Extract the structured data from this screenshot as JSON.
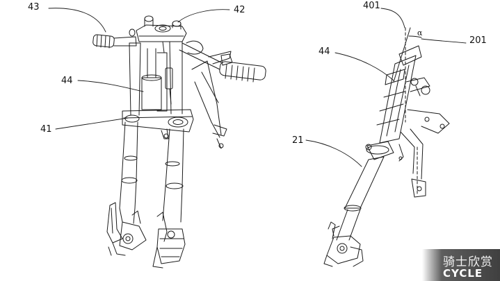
{
  "labels": {
    "l43": "43",
    "l42": "42",
    "l44_left": "44",
    "l41": "41",
    "l401": "401",
    "l201": "201",
    "l44_right": "44",
    "l21": "21",
    "alpha": "α"
  },
  "watermark": {
    "chinese": "骑士欣赏",
    "english": "CYCLE"
  },
  "colors": {
    "line": "#1a1a1a",
    "background": "#ffffff"
  }
}
